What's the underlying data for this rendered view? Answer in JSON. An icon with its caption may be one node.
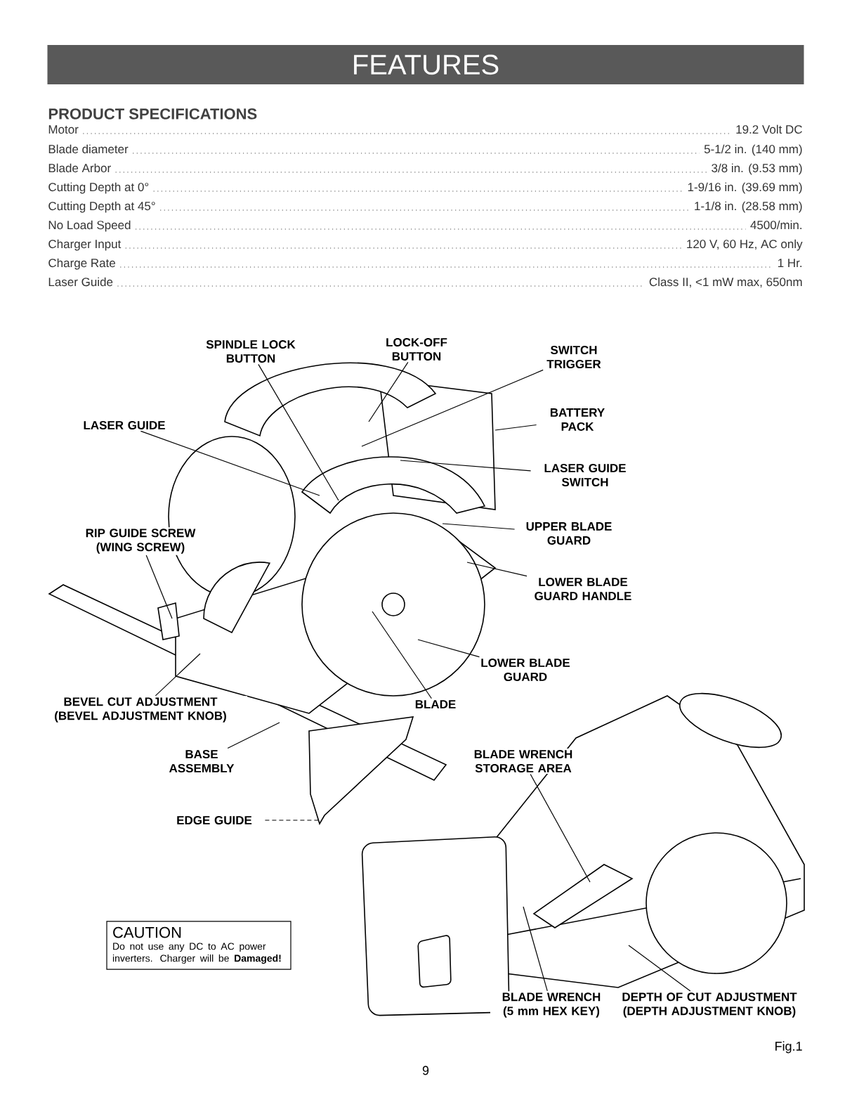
{
  "diagram": {
    "title": "FEATURES",
    "nodes": [
      {
        "text": [
          "SPINDLE LOCK BUTTON"
        ]
      },
      {
        "text": [
          "LOCK-OFF BUTTON"
        ]
      },
      {
        "text": [
          "SWITCH TRIGGER"
        ]
      },
      {
        "text": [
          "LASER GUIDE"
        ]
      },
      {
        "text": [
          "BATTERY PACK"
        ]
      },
      {
        "text": [
          "LASER GUIDE SWITCH"
        ]
      },
      {
        "text": [
          "RIP GUIDE SCREW (WING SCREW)"
        ]
      },
      {
        "text": [
          "UPPER BLADE GUARD"
        ]
      },
      {
        "text": [
          "LOWER BLADE GUARD HANDLE"
        ]
      },
      {
        "text": [
          "LOWER BLADE GUARD"
        ]
      },
      {
        "text": [
          "BEVEL CUT ADJUSTMENT (BEVEL ADJUSTMENT KNOB)"
        ]
      },
      {
        "text": [
          "BLADE"
        ]
      },
      {
        "text": [
          "BASE ASSEMBLY"
        ]
      },
      {
        "text": [
          "EDGE GUIDE"
        ]
      },
      {
        "text": [
          "BLADE WRENCH STORAGE AREA"
        ]
      },
      {
        "text": [
          "BLADE WRENCH (5 mm HEX KEY)"
        ]
      },
      {
        "text": [
          "DEPTH OF CUT ADJUSTMENT (DEPTH ADJUSTMENT KNOB)"
        ]
      },
      {
        "text": [
          "CAUTION",
          "Do not use any DC to AC power inverters. Charger will be **Damaged!**"
        ]
      }
    ],
    "edges": [
      {
        "from": 0,
        "to": null,
        "arrow": "none"
      },
      {
        "from": 1,
        "to": null,
        "arrow": "none"
      },
      {
        "from": 2,
        "to": null,
        "arrow": "none"
      },
      {
        "from": 3,
        "to": null,
        "arrow": "none"
      },
      {
        "from": 4,
        "to": null,
        "arrow": "none"
      },
      {
        "from": 5,
        "to": null,
        "arrow": "none"
      },
      {
        "from": 6,
        "to": null,
        "arrow": "none"
      },
      {
        "from": 7,
        "to": null,
        "arrow": "none"
      },
      {
        "from": 8,
        "to": null,
        "arrow": "none"
      },
      {
        "from": 9,
        "to": null,
        "arrow": "none"
      },
      {
        "from": 10,
        "to": null,
        "arrow": "none"
      },
      {
        "from": 11,
        "to": null,
        "arrow": "none"
      },
      {
        "from": 12,
        "to": null,
        "arrow": "none"
      },
      {
        "from": 13,
        "to": null,
        "arrow": "none",
        "style": "dashed"
      },
      {
        "from": 14,
        "to": null,
        "arrow": "none"
      },
      {
        "from": 15,
        "to": null,
        "arrow": "none"
      },
      {
        "from": 16,
        "to": null,
        "arrow": "none"
      }
    ],
    "labels": [
      "PRODUCT SPECIFICATIONS",
      "Motor",
      "19.2 Volt DC",
      "Blade diameter",
      "5-1/2 in. (140 mm)",
      "Blade Arbor",
      "3/8 in. (9.53 mm)",
      "Cutting Depth at 0°",
      "1-9/16 in. (39.69 mm)",
      "Cutting Depth at 45°",
      "1-1/8 in. (28.58 mm)",
      "No Load Speed",
      "4500/min.",
      "Charger Input",
      "120 V, 60 Hz, AC only",
      "Charge Rate",
      "1 Hr.",
      "Laser Guide",
      "Class II, <1 mW max, 650nm",
      "Fig.1",
      "9"
    ]
  }
}
